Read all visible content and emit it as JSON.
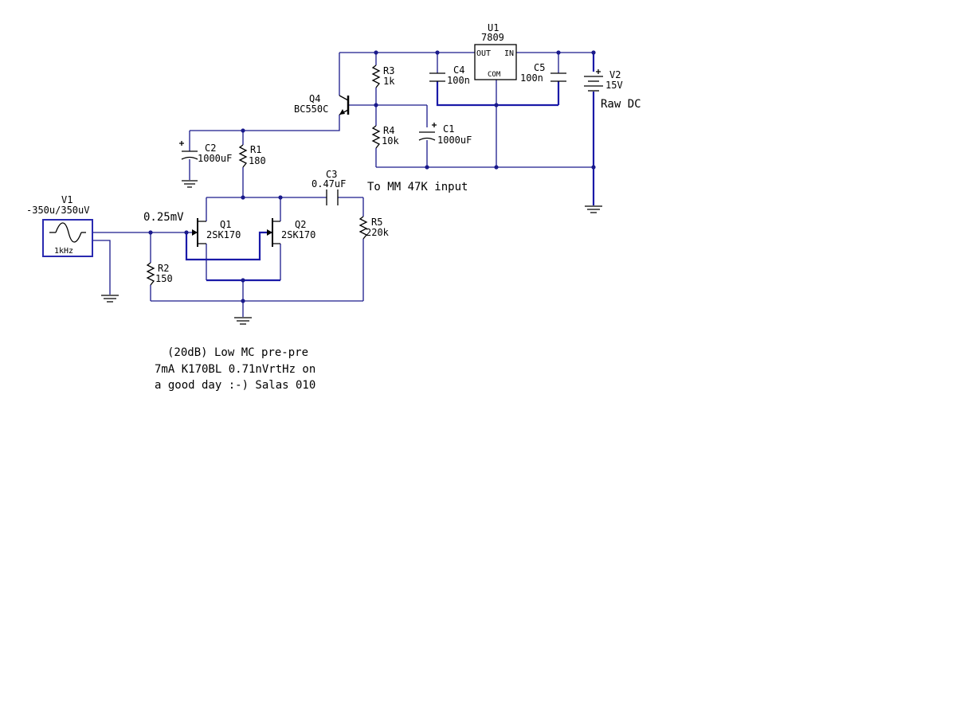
{
  "components": {
    "v1": {
      "name": "V1",
      "value": "-350u/350uV",
      "freq": "1kHz"
    },
    "v2": {
      "name": "V2",
      "value": "15V",
      "note": "Raw DC"
    },
    "u1": {
      "name": "U1",
      "part": "7809",
      "pin_out": "OUT",
      "pin_in": "IN",
      "pin_com": "COM"
    },
    "q1": {
      "name": "Q1",
      "part": "2SK170"
    },
    "q2": {
      "name": "Q2",
      "part": "2SK170"
    },
    "q4": {
      "name": "Q4",
      "part": "BC550C"
    },
    "r1": {
      "name": "R1",
      "value": "180"
    },
    "r2": {
      "name": "R2",
      "value": "150"
    },
    "r3": {
      "name": "R3",
      "value": "1k"
    },
    "r4": {
      "name": "R4",
      "value": "10k"
    },
    "r5": {
      "name": "R5",
      "value": "220k"
    },
    "c1": {
      "name": "C1",
      "value": "1000uF"
    },
    "c2": {
      "name": "C2",
      "value": "1000uF"
    },
    "c3": {
      "name": "C3",
      "value": "0.47uF"
    },
    "c4": {
      "name": "C4",
      "value": "100n"
    },
    "c5": {
      "name": "C5",
      "value": "100n"
    }
  },
  "annotations": {
    "input_level": "0.25mV",
    "output_note": "To MM 47K input",
    "description_line1": "(20dB) Low MC pre-pre",
    "description_line2": "7mA K170BL 0.71nVrtHz on",
    "description_line3": "a good day :-) Salas 010"
  },
  "colors": {
    "wire": "#1a1a8c",
    "component": "#000000",
    "background": "#ffffff"
  }
}
